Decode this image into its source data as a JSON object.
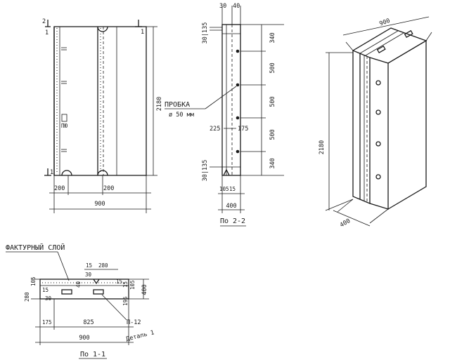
{
  "front_view": {
    "section_mark_top": "1",
    "section_mark_bottom": "1",
    "section_mark_digit_side": "2",
    "height_dim": "2180",
    "dim_left_edge": "200",
    "dim_right_edge": "200",
    "total_width": "900"
  },
  "section_2_2": {
    "top_dims": [
      "30",
      "40"
    ],
    "dim_top_offset": "30|135",
    "dim_bottom_offset": "30|135",
    "segments": [
      "340",
      "500",
      "500",
      "500",
      "340"
    ],
    "plug_label": "ПРОБКА",
    "plug_size": "ø 50 мм",
    "dim_225": "225",
    "dim_175": "175",
    "bottom_dims": [
      "105",
      "15"
    ],
    "width": "400",
    "title": "По 2-2"
  },
  "isometric": {
    "width": "900",
    "height": "2180",
    "depth": "400"
  },
  "section_1_1": {
    "facing_layer_label": "ФАКТУРНЫЙ СЛОЙ",
    "top_dims": [
      "15",
      "280"
    ],
    "small_dims": [
      "30",
      "40",
      "15"
    ],
    "right_dims": [
      "15",
      "105",
      "195"
    ],
    "left_dims": [
      "105",
      "15",
      "280",
      "30"
    ],
    "overall_height": "400",
    "dim_175": "175",
    "dim_825": "825",
    "total_width": "900",
    "label_p12": "П-12",
    "label_detail": "Деталь 1",
    "title": "По 1-1"
  }
}
